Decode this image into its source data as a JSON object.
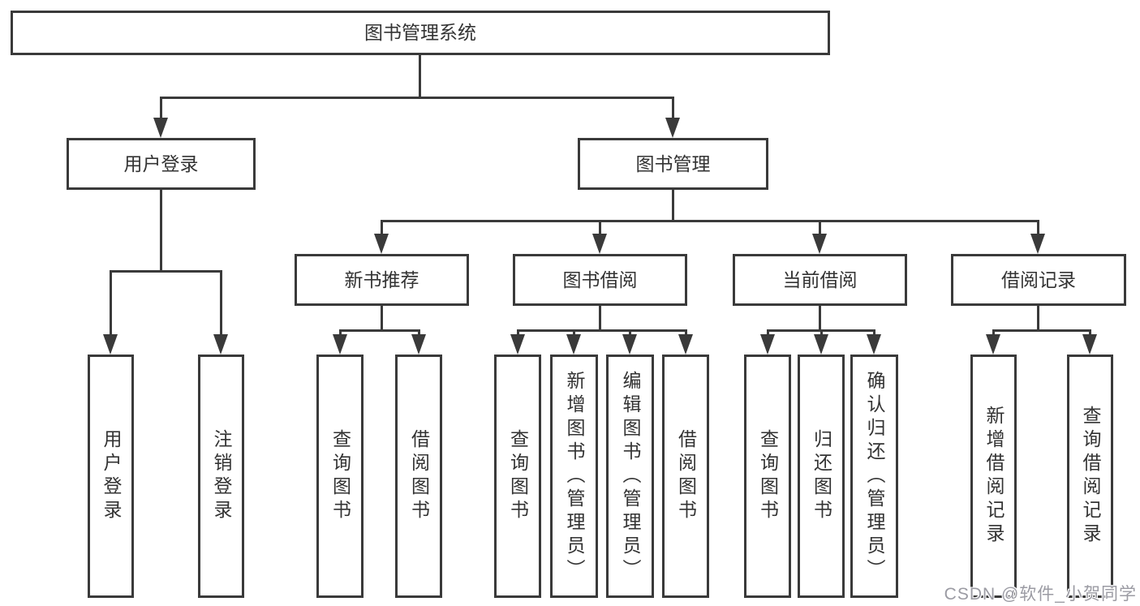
{
  "colors": {
    "line": "#3a3a3a",
    "text": "#333333",
    "bg": "#ffffff",
    "wm": "#9b9ba3"
  },
  "watermark": "CSDN @软件_小贺同学",
  "tree": {
    "root": {
      "label": "图书管理系统"
    },
    "branches": [
      {
        "label": "用户登录",
        "children": [
          {
            "label": "用户登录"
          },
          {
            "label": "注销登录"
          }
        ]
      },
      {
        "label": "图书管理",
        "children": [
          {
            "label": "新书推荐",
            "children": [
              {
                "label": "查询图书"
              },
              {
                "label": "借阅图书"
              }
            ]
          },
          {
            "label": "图书借阅",
            "children": [
              {
                "label": "查询图书"
              },
              {
                "label": "新增图书（管理员）"
              },
              {
                "label": "编辑图书（管理员）"
              },
              {
                "label": "借阅图书"
              }
            ]
          },
          {
            "label": "当前借阅",
            "children": [
              {
                "label": "查询图书"
              },
              {
                "label": "归还图书"
              },
              {
                "label": "确认归还（管理员）"
              }
            ]
          },
          {
            "label": "借阅记录",
            "children": [
              {
                "label": "新增借阅记录"
              },
              {
                "label": "查询借阅记录"
              }
            ]
          }
        ]
      }
    ]
  }
}
